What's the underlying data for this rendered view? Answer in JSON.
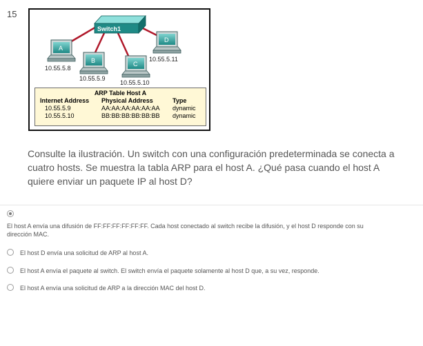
{
  "question": {
    "number": "15",
    "prompt": "Consulte la ilustración. Un switch con una configuración predeterminada se conecta a cuatro hosts. Se muestra la tabla ARP para el host A. ¿Qué pasa cuando el host A quiere enviar un paquete IP al host D?"
  },
  "figure": {
    "switch_label": "Switch1",
    "hosts": [
      {
        "letter": "A",
        "ip": "10.55.5.8"
      },
      {
        "letter": "B",
        "ip": "10.55.5.9"
      },
      {
        "letter": "C",
        "ip": "10.55.5.10"
      },
      {
        "letter": "D",
        "ip": "10.55.5.11"
      }
    ],
    "arp_table": {
      "title": "ARP Table Host A",
      "headers": [
        "Internet Address",
        "Physical Address",
        "Type"
      ],
      "rows": [
        [
          "10.55.5.9",
          "AA:AA:AA:AA:AA:AA",
          "dynamic"
        ],
        [
          "10.55.5.10",
          "BB:BB:BB:BB:BB:BB",
          "dynamic"
        ]
      ]
    },
    "colors": {
      "link": "#b0182a",
      "device": "#1f8a86"
    }
  },
  "options": [
    {
      "label": "El host A envía una difusión de FF:FF:FF:FF:FF:FF. Cada host conectado al switch recibe la difusión, y el host D responde con su dirección MAC.",
      "selected": true
    },
    {
      "label": "El host D envía una solicitud de ARP al host A.",
      "selected": false
    },
    {
      "label": "El host A envía el paquete al switch. El switch envía el paquete solamente al host D que, a su vez, responde.",
      "selected": false
    },
    {
      "label": "El host A envía una solicitud de ARP a la dirección MAC del host D.",
      "selected": false
    }
  ]
}
